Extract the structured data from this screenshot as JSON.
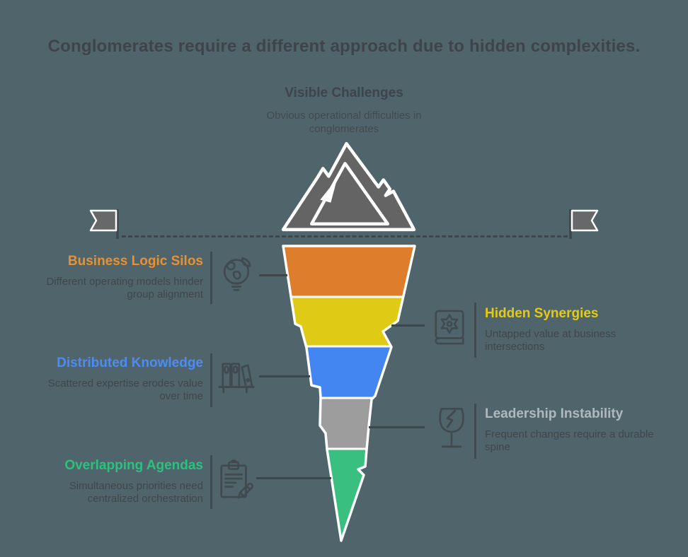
{
  "page": {
    "background_color": "#4F656B",
    "title": "Conglomerates require a different approach due to hidden complexities."
  },
  "surface": {
    "title": "Visible Challenges",
    "subtitle": "Obvious operational difficulties in conglomerates",
    "mountain_icon": "mountain-icon",
    "flag_icon": "flag-icon"
  },
  "funnel": {
    "type": "inverted-iceberg-funnel",
    "segments": [
      {
        "label": "Business Logic Silos",
        "color": "#DE7E2D"
      },
      {
        "label": "Hidden Synergies",
        "color": "#DFCA16"
      },
      {
        "label": "Distributed Knowledge",
        "color": "#4486F1"
      },
      {
        "label": "Leadership Instability",
        "color": "#9D9D9D"
      },
      {
        "label": "Overlapping Agendas",
        "color": "#39BF80"
      }
    ]
  },
  "entries": [
    {
      "title": "Business Logic Silos",
      "description": "Different operating models hinder group alignment",
      "color": "#E8912E",
      "side": "left",
      "icon": "globe-lightbulb-icon"
    },
    {
      "title": "Hidden Synergies",
      "description": "Untapped value at business intersections",
      "color": "#E4CB11",
      "side": "right",
      "icon": "gear-book-icon"
    },
    {
      "title": "Distributed Knowledge",
      "description": "Scattered expertise erodes value over time",
      "color": "#4C8CF5",
      "side": "left",
      "icon": "bookshelf-icon"
    },
    {
      "title": "Leadership Instability",
      "description": "Frequent changes require a durable spine",
      "color": "#B0B8BC",
      "side": "right",
      "icon": "broken-glass-icon"
    },
    {
      "title": "Overlapping Agendas",
      "description": "Simultaneous priorities need centralized orchestration",
      "color": "#2FBF7F",
      "side": "left",
      "icon": "clipboard-pencil-icon"
    }
  ]
}
